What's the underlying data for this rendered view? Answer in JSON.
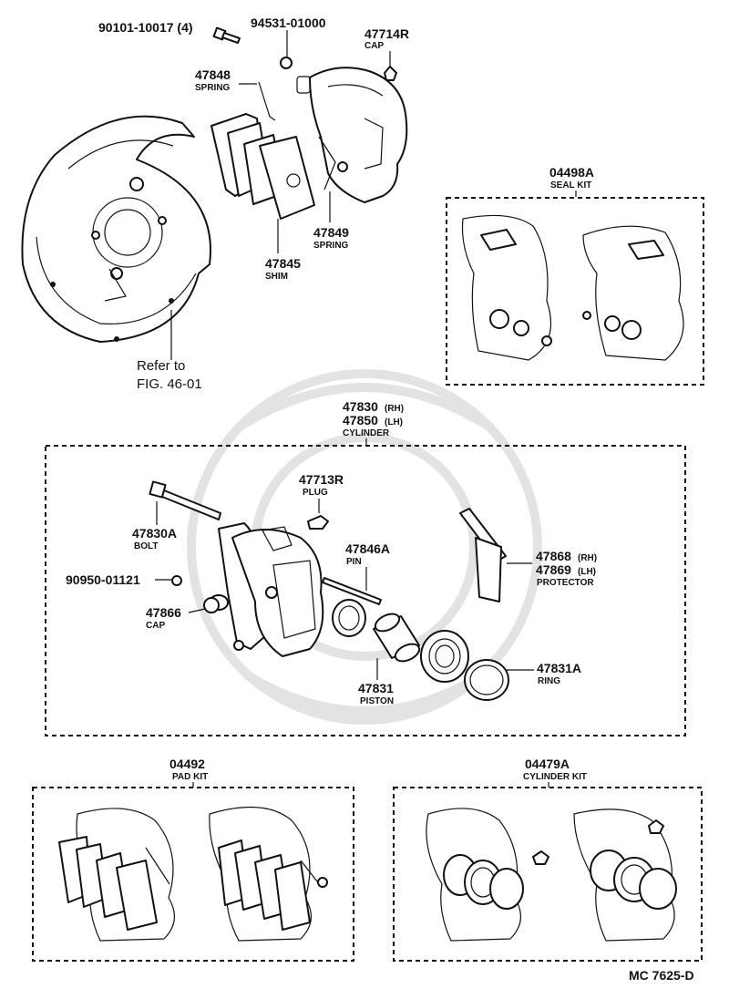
{
  "colors": {
    "ink": "#111111",
    "paper": "#ffffff",
    "watermark": "#e3e3e3"
  },
  "parts": {
    "p90101": "90101-10017 (4)",
    "p94531": "94531-01000",
    "p47714R": {
      "number": "47714R",
      "name": "CAP"
    },
    "p47848": {
      "number": "47848",
      "name": "SPRING"
    },
    "p47845": {
      "number": "47845",
      "name": "SHIM"
    },
    "p47849": {
      "number": "47849",
      "name": "SPRING"
    },
    "p04498A": {
      "number": "04498A",
      "name": "SEAL KIT"
    },
    "cylinder": {
      "number_rh": "47830",
      "rh_tag": "(RH)",
      "number_lh": "47850",
      "lh_tag": "(LH)",
      "name": "CYLINDER"
    },
    "p47713R": {
      "number": "47713R",
      "name": "PLUG"
    },
    "p47830A": {
      "number": "47830A",
      "name": "BOLT"
    },
    "p47846A": {
      "number": "47846A",
      "name": "PIN"
    },
    "p90950": "90950-01121",
    "p47866": {
      "number": "47866",
      "name": "CAP"
    },
    "protector": {
      "number_rh": "47868",
      "rh_tag": "(RH)",
      "number_lh": "47869",
      "lh_tag": "(LH)",
      "name": "PROTECTOR"
    },
    "p47831": {
      "number": "47831",
      "name": "PISTON"
    },
    "p47831A": {
      "number": "47831A",
      "name": "RING"
    },
    "p04492": {
      "number": "04492",
      "name": "PAD KIT"
    },
    "p04479A": {
      "number": "04479A",
      "name": "CYLINDER KIT"
    }
  },
  "reference": {
    "line1": "Refer to",
    "line2": "FIG. 46-01"
  },
  "figure_code": "MC 7625-D"
}
